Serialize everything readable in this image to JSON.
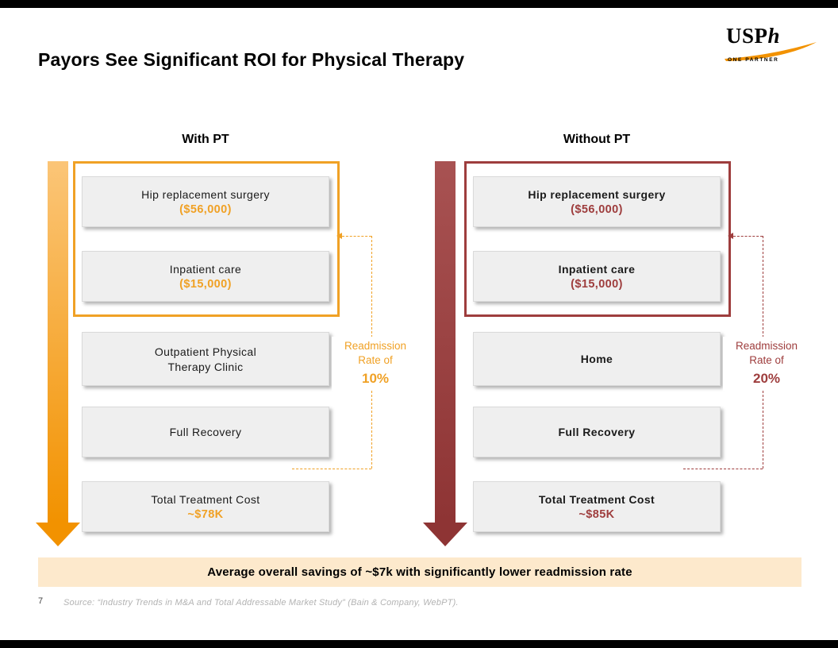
{
  "slide": {
    "title": "Payors See Significant ROI for Physical Therapy",
    "banner": "Average overall savings of ~$7k with significantly lower readmission rate",
    "page_number": "7",
    "source": "Source: “Industry Trends in M&A and Total Addressable Market Study” (Bain & Company, WebPT)."
  },
  "logo": {
    "name": "USP",
    "name_italic": "h",
    "tagline": "ONE PARTNER"
  },
  "colors": {
    "orange": "#F0A125",
    "orange-light": "#FBC577",
    "orange-deep": "#F29200",
    "red": "#9E3D3D",
    "red-light": "#A85252",
    "red-deep": "#8E3434",
    "banner-bg": "#FDE9CC",
    "box-bg": "#EFEFEF",
    "box-border": "#DADADA"
  },
  "with_pt": {
    "heading": "With PT",
    "boxes": [
      {
        "label": "Hip replacement surgery",
        "value": "($56,000)"
      },
      {
        "label": "Inpatient care",
        "value": "($15,000)"
      },
      {
        "label": "Outpatient Physical",
        "label2": "Therapy Clinic"
      },
      {
        "label": "Full Recovery"
      },
      {
        "label": "Total Treatment Cost",
        "value": "~$78K"
      }
    ],
    "readmission": {
      "line1": "Readmission",
      "line2": "Rate of",
      "rate": "10%"
    }
  },
  "without_pt": {
    "heading": "Without PT",
    "boxes": [
      {
        "label": "Hip replacement surgery",
        "value": "($56,000)"
      },
      {
        "label": "Inpatient care",
        "value": "($15,000)"
      },
      {
        "label": "Home"
      },
      {
        "label": "Full Recovery"
      },
      {
        "label": "Total Treatment Cost",
        "value": "~$85K"
      }
    ],
    "readmission": {
      "line1": "Readmission",
      "line2": "Rate of",
      "rate": "20%"
    }
  }
}
